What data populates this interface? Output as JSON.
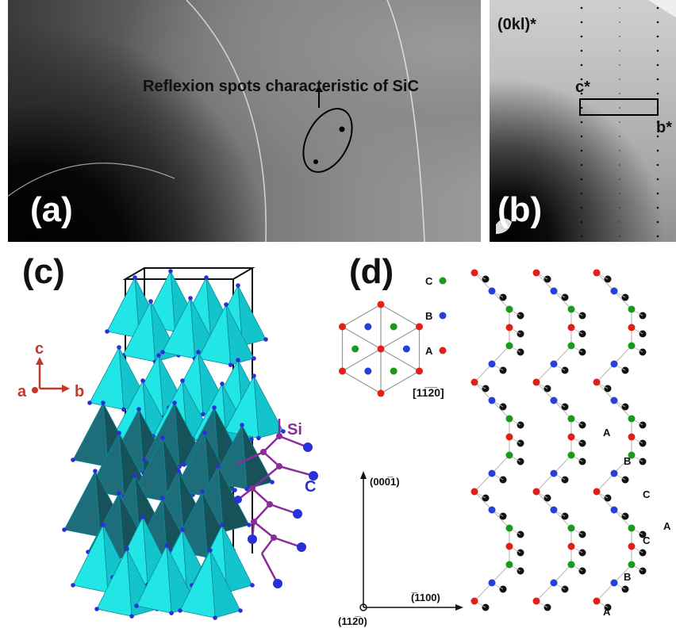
{
  "panel_a": {
    "label": "(a)",
    "annotation": "Reflexion spots characteristic of SiC"
  },
  "panel_b": {
    "label": "(b)",
    "title": "(0kl)*",
    "axis_c": "c*",
    "axis_b": "b*"
  },
  "panel_c": {
    "label": "(c)",
    "axis_c": "c",
    "axis_a": "a",
    "axis_b": "b",
    "atom_si": "Si",
    "atom_c": "C",
    "colors": {
      "light_tetra": "#22e6e6",
      "dark_tetra": "#1d6e7a",
      "atom": "#2a30d8",
      "bond": "#8a2c9c",
      "axis": "#c0392b"
    }
  },
  "panel_d": {
    "label": "(d)",
    "legend": [
      {
        "name": "C",
        "color": "#1a9a1a"
      },
      {
        "name": "B",
        "color": "#2440d8"
      },
      {
        "name": "A",
        "color": "#e02018"
      }
    ],
    "hex_direction": "[11̅2̅0]",
    "axis_up": "(000̅1)",
    "axis_right": "(̅1100)",
    "origin": "(112̅0)",
    "stacking_labels": [
      "A",
      "B",
      "C",
      "A",
      "C",
      "B",
      "A"
    ]
  }
}
